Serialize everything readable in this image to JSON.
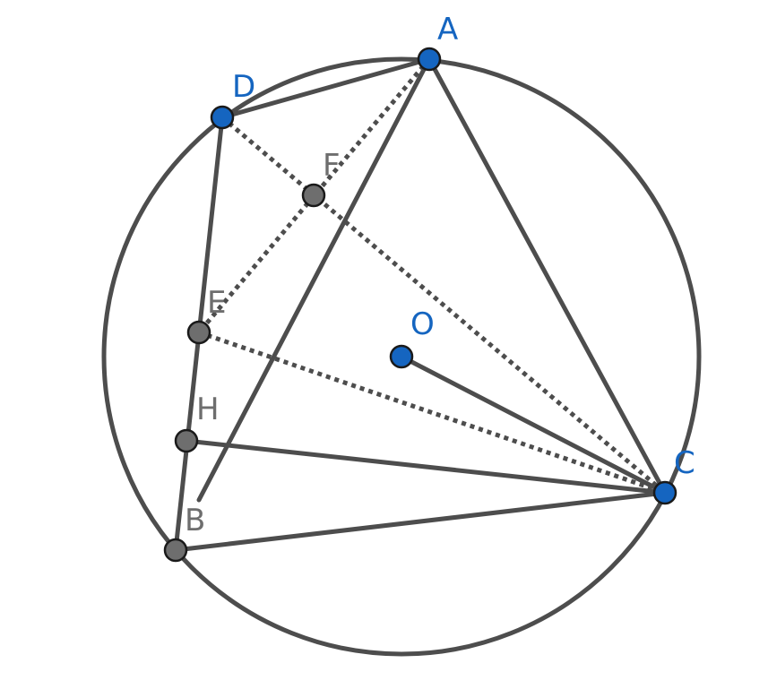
{
  "colors": {
    "line": "#4d4d4d",
    "primary_point": "#1565c0",
    "primary_label": "#1565c0",
    "secondary_point": "#6e6e6e",
    "secondary_label": "#6e6e6e"
  },
  "points": {
    "A": {
      "label": "A",
      "kind": "primary"
    },
    "D": {
      "label": "D",
      "kind": "primary"
    },
    "O": {
      "label": "O",
      "kind": "primary"
    },
    "C": {
      "label": "C",
      "kind": "primary"
    },
    "F": {
      "label": "F",
      "kind": "secondary"
    },
    "E": {
      "label": "E",
      "kind": "secondary"
    },
    "H": {
      "label": "H",
      "kind": "secondary"
    },
    "B": {
      "label": "B",
      "kind": "secondary"
    }
  },
  "segments": {
    "solid": [
      [
        "D",
        "A"
      ],
      [
        "A",
        "B"
      ],
      [
        "A",
        "C"
      ],
      [
        "D",
        "B"
      ],
      [
        "H",
        "C"
      ],
      [
        "B",
        "C"
      ],
      [
        "O",
        "C"
      ]
    ],
    "dotted": [
      [
        "D",
        "C"
      ],
      [
        "A",
        "E"
      ],
      [
        "E",
        "C"
      ]
    ]
  }
}
